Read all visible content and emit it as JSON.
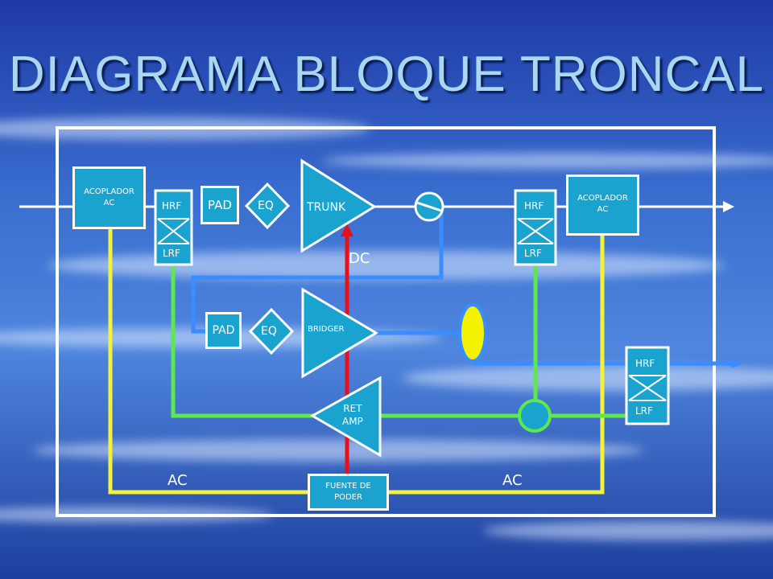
{
  "title": "DIAGRAMA BLOQUE TRONCAL",
  "blocks": {
    "coupler_left_line1": "ACOPLADOR",
    "coupler_left_line2": "AC",
    "coupler_right_line1": "ACOPLADOR",
    "coupler_right_line2": "AC",
    "diplex1_hrf": "HRF",
    "diplex1_lrf": "LRF",
    "diplex2_hrf": "HRF",
    "diplex2_lrf": "LRF",
    "diplex3_hrf": "HRF",
    "diplex3_lrf": "LRF",
    "pad_top": "PAD",
    "eq_top": "EQ",
    "trunk": "TRUNK",
    "pad_bottom": "PAD",
    "eq_bottom": "EQ",
    "bridger": "BRIDGER",
    "ret_amp_line1": "RET",
    "ret_amp_line2": "AMP",
    "power_line1": "FUENTE DE",
    "power_line2": "PODER"
  },
  "labels": {
    "dc": "DC",
    "ac_left": "AC",
    "ac_right": "AC"
  },
  "colors": {
    "block_fill": "#1ba3cf",
    "rf_line": "#3a8cff",
    "ac_line": "#f2f23a",
    "return_line": "#5ee84c",
    "dc_line": "#e8101a",
    "splitter": "#f5f200"
  }
}
